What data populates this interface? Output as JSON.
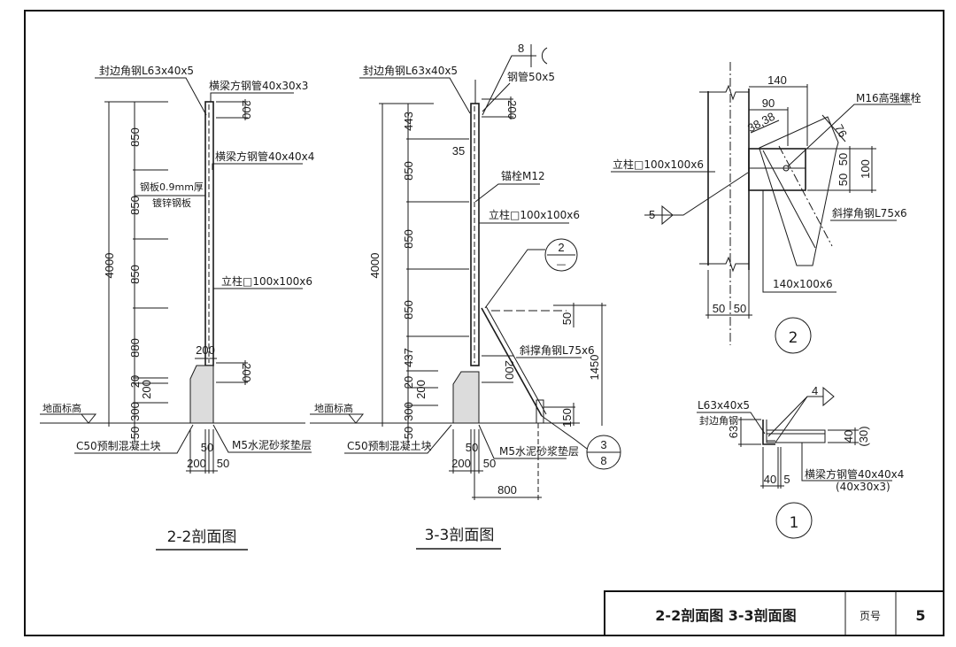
{
  "section_2_2": {
    "title": "2-2剖面图",
    "labels": {
      "edge_angle": "封边角钢L63x40x5",
      "beam_top": "横梁方钢管40x30x3",
      "beam_mid": "横梁方钢管40x40x4",
      "plate_1": "钢板0.9mm厚",
      "plate_2": "镀锌钢板",
      "column": "立柱□100x100x6",
      "ground": "地面标高",
      "block": "C50预制混凝土块",
      "mortar": "M5水泥砂浆垫层"
    },
    "dims": {
      "total": "4000",
      "d1": "850",
      "d2": "850",
      "d3": "850",
      "d4": "880",
      "d5": "20",
      "d6": "300",
      "d7": "50",
      "d8": "200",
      "top_200": "200",
      "low_200": "200",
      "horiz_200": "200",
      "b50a": "50",
      "b200": "200",
      "b50b": "50"
    }
  },
  "section_3_3": {
    "title": "3-3剖面图",
    "labels": {
      "edge_angle": "封边角钢L63x40x5",
      "weld": "8",
      "pipe": "钢管50x5",
      "anchor": "锚栓M12",
      "column": "立柱□100x100x6",
      "brace": "斜撑角钢L75x6",
      "ground": "地面标高",
      "block": "C50预制混凝土块",
      "mortar": "M5水泥砂浆垫层",
      "ref2_top": "2",
      "ref2_bottom": "—",
      "ref3_top": "3",
      "ref3_bottom": "8"
    },
    "dims": {
      "total": "4000",
      "d1": "443",
      "d2": "850",
      "d3": "850",
      "d4": "850",
      "d5": "20",
      "d6": "437",
      "d7": "300",
      "d8": "50",
      "d9": "200",
      "d35": "35",
      "top_200": "200",
      "low_200": "200",
      "r50": "50",
      "r1450": "1450",
      "r150": "150",
      "b50a": "50",
      "b200": "200",
      "b50b": "50",
      "b800": "800"
    }
  },
  "detail_2": {
    "number": "2",
    "labels": {
      "bolt": "M16高强螺栓",
      "column": "立柱□100x100x6",
      "weld": "5",
      "brace": "斜撑角钢L75x6",
      "plate": "140x100x6"
    },
    "dims": {
      "w140": "140",
      "w90": "90",
      "w38": "38,38",
      "w76": "76",
      "h50a": "50",
      "h50b": "50",
      "h100": "100",
      "b50a": "50",
      "b50b": "50"
    }
  },
  "detail_1": {
    "number": "1",
    "labels": {
      "angle": "L63x40x5",
      "angle_name": "封边角钢",
      "weld": "4",
      "beam": "横梁方钢管40x40x4",
      "beam_alt": "(40x30x3)"
    },
    "dims": {
      "h63": "63",
      "h40": "40",
      "h30": "(30)",
      "w40": "40",
      "w5": "5"
    }
  },
  "title_block": {
    "title": "2-2剖面图  3-3剖面图",
    "page_label": "页号",
    "page_number": "5"
  }
}
